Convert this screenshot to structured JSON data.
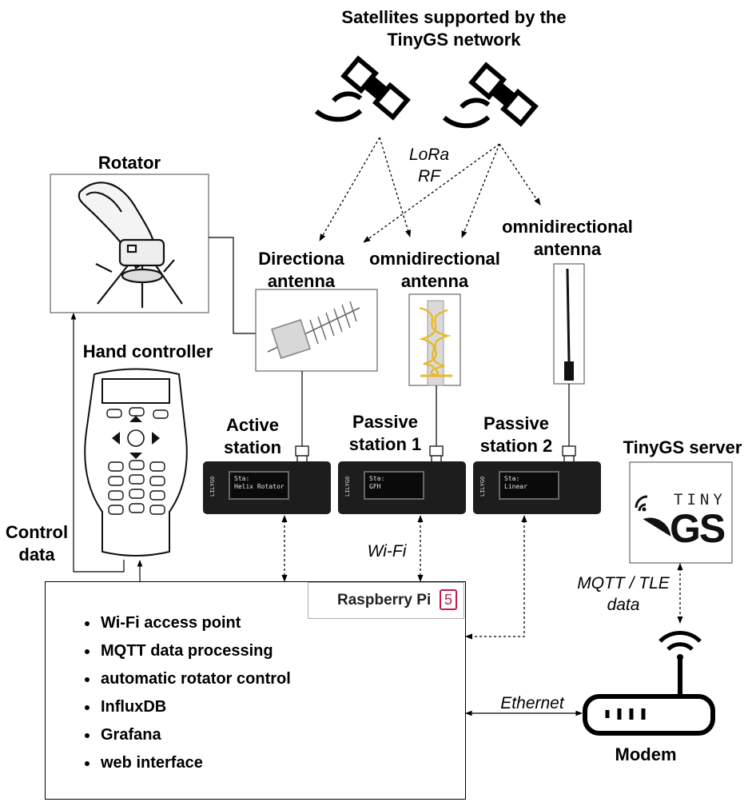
{
  "labels": {
    "satellites": "Satellites supported by the TinyGS network",
    "satellites_l1": "Satellites supported by the",
    "satellites_l2": "TinyGS network",
    "rotator": "Rotator",
    "hand_controller": "Hand controller",
    "control_data_l1": "Control",
    "control_data_l2": "data",
    "lora_l1": "LoRa",
    "lora_l2": "RF",
    "directional_l1": "Directiona",
    "directional_l2": "antenna",
    "omni1_l1": "omnidirectional",
    "omni1_l2": "antenna",
    "omni2_l1": "omnidirectional",
    "omni2_l2": "antenna",
    "active_l1": "Active",
    "active_l2": "station",
    "passive1_l1": "Passive",
    "passive1_l2": "station 1",
    "passive2_l1": "Passive",
    "passive2_l2": "station 2",
    "tinygs_server": "TinyGS server",
    "wifi": "Wi-Fi",
    "mqtt_l1": "MQTT / TLE",
    "mqtt_l2": "data",
    "ethernet": "Ethernet",
    "modem": "Modem"
  },
  "raspberry_pi": {
    "brand": "Raspberry Pi",
    "model": "5",
    "features": [
      "Wi-Fi access point",
      "MQTT data processing",
      "automatic rotator control",
      "InfluxDB",
      "Grafana",
      "web interface"
    ]
  },
  "logo": {
    "tiny": "TINY",
    "gs": "GS"
  },
  "boards": {
    "brand": "LILYGO",
    "active_screen_l1": "Sta:",
    "active_screen_l2": "Helix Rotator",
    "passive1_screen_l1": "Sta:",
    "passive1_screen_l2": "GFH",
    "passive2_screen_l1": "Sta:",
    "passive2_screen_l2": "Linear"
  },
  "colors": {
    "raspberry_red": "#c51a4a",
    "helix_yellow": "#e8b92a"
  }
}
